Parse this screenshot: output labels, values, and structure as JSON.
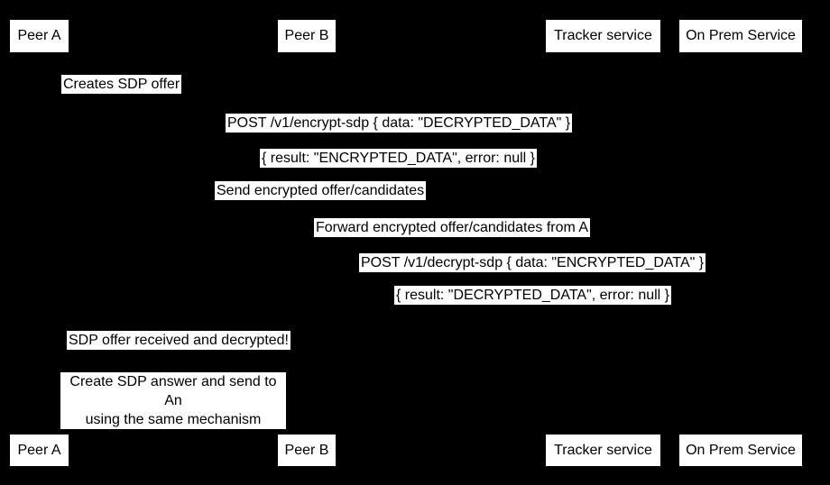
{
  "colors": {
    "background": "#000000",
    "box_fill": "#ffffff",
    "box_text": "#000000"
  },
  "actors": {
    "peer_a": "Peer A",
    "peer_b": "Peer B",
    "tracker": "Tracker service",
    "on_prem": "On Prem Service"
  },
  "messages": {
    "creates_offer": "Creates SDP offer",
    "post_encrypt": "POST /v1/encrypt-sdp { data: \"DECRYPTED_DATA\" }",
    "encrypt_result": "{ result: \"ENCRYPTED_DATA\", error: null }",
    "send_encrypted": "Send encrypted offer/candidates",
    "forward_encrypted": "Forward encrypted offer/candidates from A",
    "post_decrypt": "POST /v1/decrypt-sdp { data: \"ENCRYPTED_DATA\" }",
    "decrypt_result": "{ result: \"DECRYPTED_DATA\", error: null }",
    "offer_received": "SDP offer received and decrypted!",
    "create_answer": "Create SDP answer and send to An\nusing the same mechanism"
  }
}
